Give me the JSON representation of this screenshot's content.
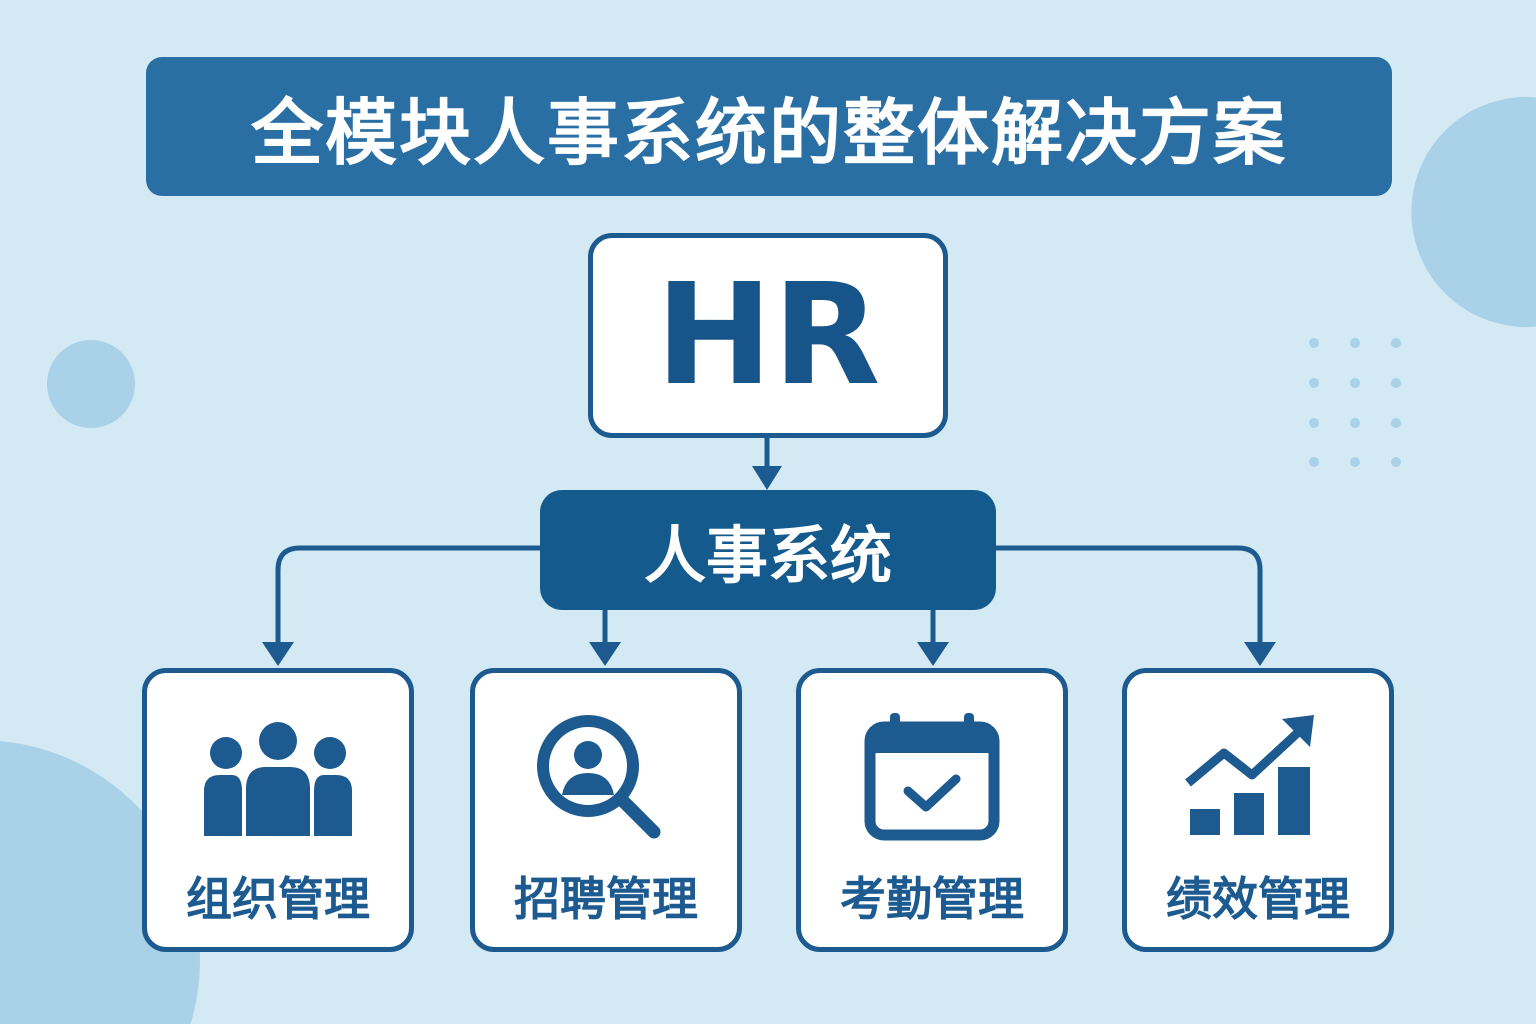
{
  "title": "全模块人事系统的整体解决方案",
  "root": "HR",
  "system": "人事系统",
  "modules": [
    {
      "label": "组织管理",
      "icon": "people-group-icon"
    },
    {
      "label": "招聘管理",
      "icon": "search-person-icon"
    },
    {
      "label": "考勤管理",
      "icon": "calendar-check-icon"
    },
    {
      "label": "绩效管理",
      "icon": "growth-chart-icon"
    }
  ],
  "colors": {
    "background": "#d3e9f3",
    "primary": "#1c5a8f",
    "title_bg": "#2a6fa3",
    "accent_circle": "#a9d2e8"
  }
}
